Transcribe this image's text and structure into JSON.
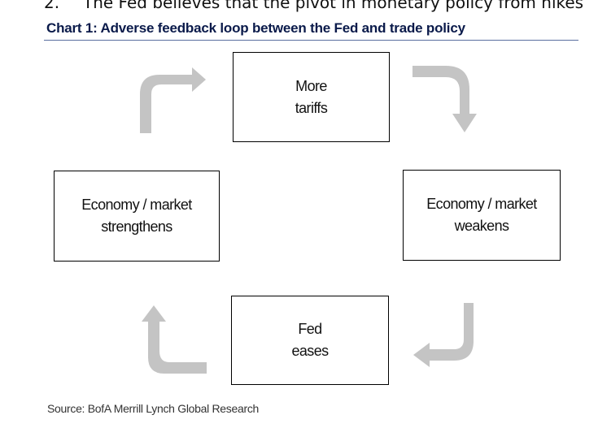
{
  "header": {
    "item_number": "2.",
    "item_text": "The Fed believes that the pivot in monetary policy from hikes"
  },
  "chart": {
    "title": "Chart 1: Adverse feedback loop between the Fed and trade policy"
  },
  "diagram": {
    "nodes": {
      "top": "More\ntariffs",
      "right": "Economy / market\nweakens",
      "bottom": "Fed\neases",
      "left": "Economy  /  market\nstrengthens"
    },
    "flow_direction": "clockwise",
    "arrow_color": "#c4c4c4"
  },
  "footer": {
    "source": "Source:  BofA Merrill Lynch Global Research"
  }
}
